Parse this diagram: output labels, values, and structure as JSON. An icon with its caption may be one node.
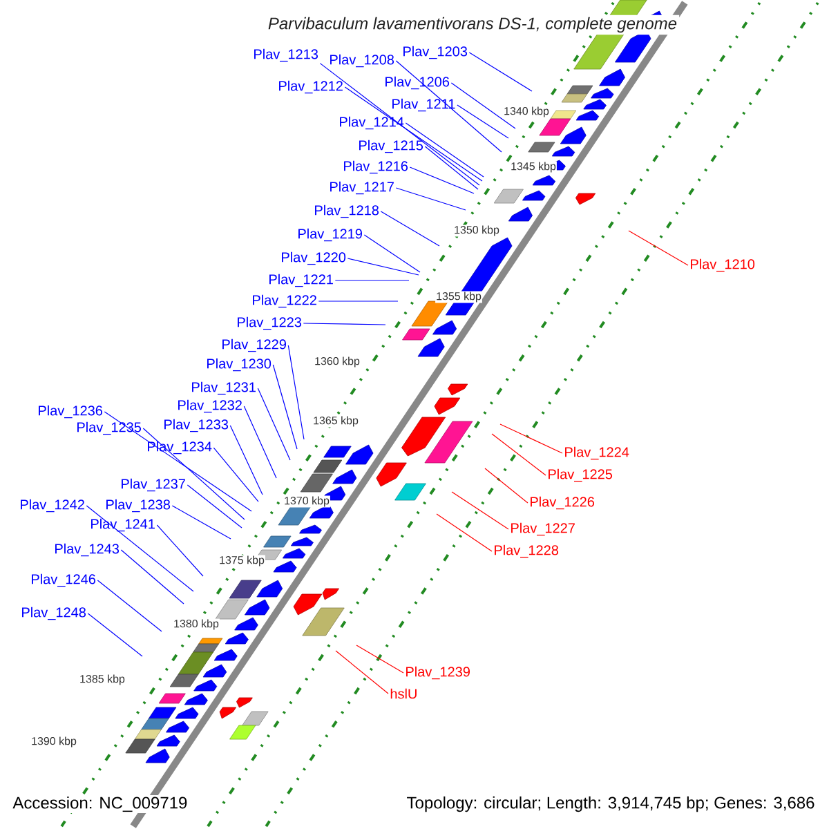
{
  "diagram": {
    "title": "Parvibaculum lavamentivorans DS-1, complete genome",
    "nodes": [
      {
        "text": [
          "Plav_1203"
        ]
      },
      {
        "text": [
          "Plav_1213"
        ]
      },
      {
        "text": [
          "Plav_1208"
        ]
      },
      {
        "text": [
          "Plav_1212"
        ]
      },
      {
        "text": [
          "Plav_1206"
        ]
      },
      {
        "text": [
          "Plav_1211"
        ]
      },
      {
        "text": [
          "Plav_1214"
        ]
      },
      {
        "text": [
          "Plav_1215"
        ]
      },
      {
        "text": [
          "Plav_1216"
        ]
      },
      {
        "text": [
          "Plav_1217"
        ]
      },
      {
        "text": [
          "Plav_1218"
        ]
      },
      {
        "text": [
          "Plav_1219"
        ]
      },
      {
        "text": [
          "Plav_1210"
        ]
      },
      {
        "text": [
          "Plav_1220"
        ]
      },
      {
        "text": [
          "Plav_1221"
        ]
      },
      {
        "text": [
          "Plav_1222"
        ]
      },
      {
        "text": [
          "Plav_1223"
        ]
      },
      {
        "text": [
          "Plav_1229"
        ]
      },
      {
        "text": [
          "Plav_1230"
        ]
      },
      {
        "text": [
          "Plav_1231"
        ]
      },
      {
        "text": [
          "Plav_1236"
        ]
      },
      {
        "text": [
          "Plav_1232"
        ]
      },
      {
        "text": [
          "Plav_1233"
        ]
      },
      {
        "text": [
          "Plav_1235"
        ]
      },
      {
        "text": [
          "Plav_1234"
        ]
      },
      {
        "text": [
          "Plav_1224"
        ]
      },
      {
        "text": [
          "Plav_1225"
        ]
      },
      {
        "text": [
          "Plav_1237"
        ]
      },
      {
        "text": [
          "Plav_1226"
        ]
      },
      {
        "text": [
          "Plav_1242"
        ]
      },
      {
        "text": [
          "Plav_1238"
        ]
      },
      {
        "text": [
          "Plav_1241"
        ]
      },
      {
        "text": [
          "Plav_1227"
        ]
      },
      {
        "text": [
          "Plav_1243"
        ]
      },
      {
        "text": [
          "Plav_1228"
        ]
      },
      {
        "text": [
          "Plav_1246"
        ]
      },
      {
        "text": [
          "Plav_1248"
        ]
      },
      {
        "text": [
          "Plav_1239"
        ]
      },
      {
        "text": [
          "hslU"
        ]
      }
    ],
    "edges": [
      {
        "from": 0,
        "to": null,
        "arrow": "none"
      },
      {
        "from": 1,
        "to": null,
        "arrow": "none"
      },
      {
        "from": 2,
        "to": null,
        "arrow": "none"
      },
      {
        "from": 3,
        "to": null,
        "arrow": "none"
      },
      {
        "from": 4,
        "to": null,
        "arrow": "none"
      },
      {
        "from": 5,
        "to": null,
        "arrow": "none"
      },
      {
        "from": 6,
        "to": null,
        "arrow": "none"
      },
      {
        "from": 7,
        "to": null,
        "arrow": "none"
      },
      {
        "from": 8,
        "to": null,
        "arrow": "none"
      },
      {
        "from": 9,
        "to": null,
        "arrow": "none"
      },
      {
        "from": 10,
        "to": null,
        "arrow": "none"
      },
      {
        "from": 11,
        "to": null,
        "arrow": "none"
      },
      {
        "from": 12,
        "to": null,
        "arrow": "none",
        "color": "#ff0000"
      },
      {
        "from": 13,
        "to": null,
        "arrow": "none"
      },
      {
        "from": 14,
        "to": null,
        "arrow": "none"
      },
      {
        "from": 15,
        "to": null,
        "arrow": "none"
      },
      {
        "from": 16,
        "to": null,
        "arrow": "none"
      },
      {
        "from": 17,
        "to": null,
        "arrow": "none"
      },
      {
        "from": 18,
        "to": null,
        "arrow": "none"
      },
      {
        "from": 19,
        "to": null,
        "arrow": "none"
      },
      {
        "from": 20,
        "to": null,
        "arrow": "none"
      },
      {
        "from": 21,
        "to": null,
        "arrow": "none"
      },
      {
        "from": 22,
        "to": null,
        "arrow": "none"
      },
      {
        "from": 23,
        "to": null,
        "arrow": "none"
      },
      {
        "from": 24,
        "to": null,
        "arrow": "none"
      },
      {
        "from": 25,
        "to": null,
        "arrow": "none",
        "color": "#ff0000"
      },
      {
        "from": 26,
        "to": null,
        "arrow": "none",
        "color": "#ff0000"
      },
      {
        "from": 27,
        "to": null,
        "arrow": "none"
      },
      {
        "from": 28,
        "to": null,
        "arrow": "none",
        "color": "#ff0000"
      },
      {
        "from": 29,
        "to": null,
        "arrow": "none"
      },
      {
        "from": 30,
        "to": null,
        "arrow": "none"
      },
      {
        "from": 31,
        "to": null,
        "arrow": "none"
      },
      {
        "from": 32,
        "to": null,
        "arrow": "none",
        "color": "#ff0000"
      },
      {
        "from": 33,
        "to": null,
        "arrow": "none"
      },
      {
        "from": 34,
        "to": null,
        "arrow": "none",
        "color": "#ff0000"
      },
      {
        "from": 35,
        "to": null,
        "arrow": "none"
      },
      {
        "from": 36,
        "to": null,
        "arrow": "none"
      },
      {
        "from": 37,
        "to": null,
        "arrow": "none",
        "color": "#ff0000"
      },
      {
        "from": 38,
        "to": null,
        "arrow": "none",
        "color": "#ff0000"
      }
    ],
    "labels": [
      "1340 kbp",
      "1345 kbp",
      "1350 kbp",
      "1355 kbp",
      "1360 kbp",
      "1365 kbp",
      "1370 kbp",
      "1375 kbp",
      "1380 kbp",
      "1385 kbp",
      "1390 kbp",
      "Accession: NC_009719",
      "Topology: circular; Length: 3,914,745 bp; Genes: 3,686"
    ]
  }
}
